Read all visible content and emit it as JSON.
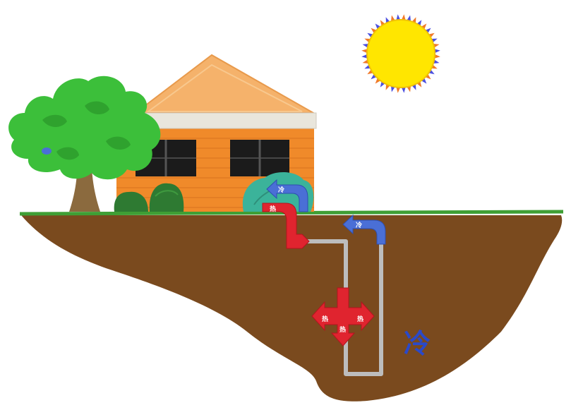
{
  "labels": {
    "ground_label": "冷",
    "arrow_hot_small": "热",
    "arrow_cold_small": "冷"
  },
  "colors": {
    "soil": "#7a4a1e",
    "grass": "#3f9f35",
    "house_wall": "#f08a2a",
    "roof": "#f5b26b",
    "eave": "#e9e6dc",
    "window": "#1b1b1b",
    "tree_foliage": "#3cbf3a",
    "tree_trunk": "#8b6a3e",
    "shrub": "#2e7a32",
    "bush_teal": "#3bb39a",
    "pipe": "#bdbdbd",
    "hot_arrow": "#e0242f",
    "cold_arrow": "#4a6fd6",
    "sun": "#ffe600",
    "sun_ray_a": "#f07a2a",
    "sun_ray_b": "#4b4fe0",
    "ground_text": "#2a49c9"
  },
  "icons": [
    "sun-icon",
    "tree-icon",
    "house-icon",
    "heat-out-arrow-icon",
    "heat-return-arrow-icon",
    "heat-dispersion-arrow-icon"
  ]
}
